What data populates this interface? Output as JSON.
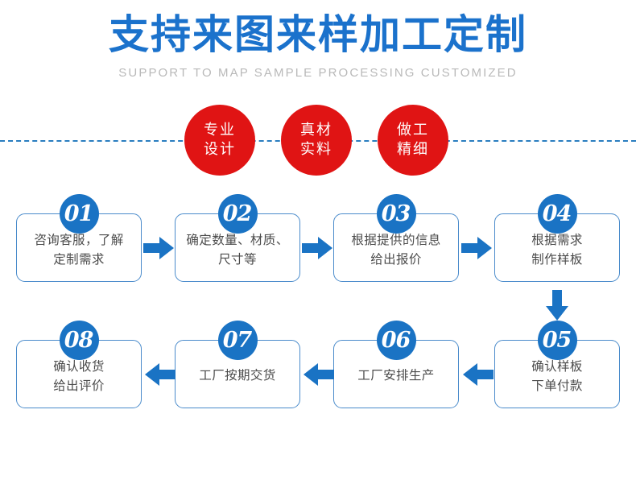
{
  "header": {
    "title": "支持来图来样加工定制",
    "subtitle": "SUPPORT TO MAP SAMPLE PROCESSING CUSTOMIZED",
    "title_color": "#1b72cc",
    "subtitle_color": "#b9b9b9"
  },
  "divider": {
    "color": "#2a7ec0",
    "style": "dashed"
  },
  "features": {
    "circle_color": "#e01414",
    "text_color": "#ffffff",
    "items": [
      {
        "line1": "专业",
        "line2": "设计"
      },
      {
        "line1": "真材",
        "line2": "实料"
      },
      {
        "line1": "做工",
        "line2": "精细"
      }
    ]
  },
  "flow": {
    "box_border_color": "#4a8bcb",
    "badge_color": "#1a73c4",
    "arrow_color": "#1a73c4",
    "text_color": "#4b4b4b",
    "steps": [
      {
        "number": "01",
        "line1": "咨询客服，了解",
        "line2": "定制需求"
      },
      {
        "number": "02",
        "line1": "确定数量、材质、",
        "line2": "尺寸等"
      },
      {
        "number": "03",
        "line1": "根据提供的信息",
        "line2": "给出报价"
      },
      {
        "number": "04",
        "line1": "根据需求",
        "line2": "制作样板"
      },
      {
        "number": "05",
        "line1": "确认样板",
        "line2": "下单付款"
      },
      {
        "number": "06",
        "line1": "工厂安排生产",
        "line2": ""
      },
      {
        "number": "07",
        "line1": "工厂按期交货",
        "line2": ""
      },
      {
        "number": "08",
        "line1": "确认收货",
        "line2": "给出评价"
      }
    ],
    "arrows": [
      {
        "name": "arrow-01-to-02",
        "direction": "right"
      },
      {
        "name": "arrow-02-to-03",
        "direction": "right"
      },
      {
        "name": "arrow-03-to-04",
        "direction": "right"
      },
      {
        "name": "arrow-04-to-05",
        "direction": "down"
      },
      {
        "name": "arrow-05-to-06",
        "direction": "left"
      },
      {
        "name": "arrow-06-to-07",
        "direction": "left"
      },
      {
        "name": "arrow-07-to-08",
        "direction": "left"
      }
    ]
  }
}
